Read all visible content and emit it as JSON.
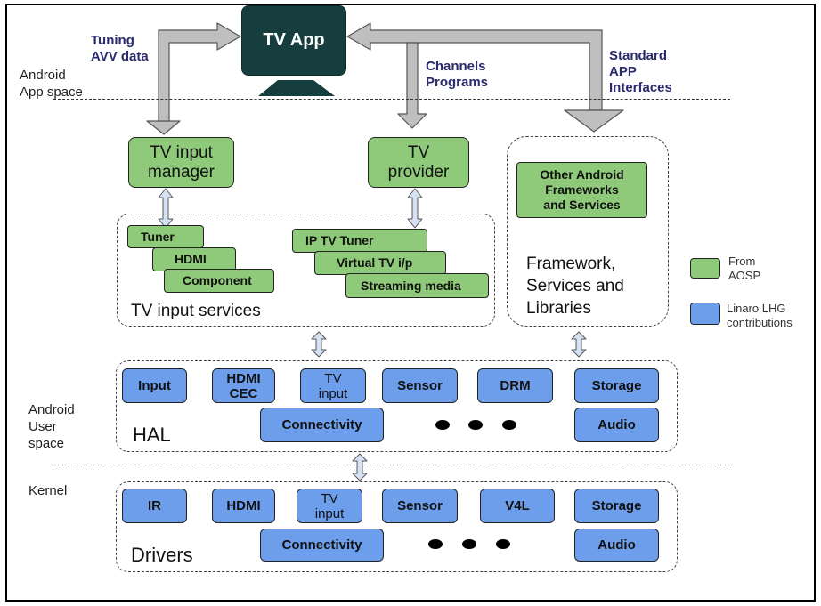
{
  "tv_app": "TV App",
  "notes": {
    "tuning": [
      "Tuning",
      "AVV data"
    ],
    "channels": [
      "Channels",
      "Programs"
    ],
    "standard": [
      "Standard",
      "APP",
      "Interfaces"
    ]
  },
  "layers": {
    "app_space": [
      "Android",
      "App space"
    ],
    "user_space": [
      "Android",
      "User",
      "space"
    ],
    "kernel": "Kernel"
  },
  "framework": {
    "tv_input_manager": [
      "TV input",
      "manager"
    ],
    "tv_provider": [
      "TV",
      "provider"
    ],
    "other_frameworks": [
      "Other Android",
      "Frameworks",
      "and Services"
    ],
    "framework_label": [
      "Framework,",
      "Services and",
      "Libraries"
    ]
  },
  "tv_input_services": {
    "label": "TV input services",
    "items": [
      "Tuner",
      "HDMI",
      "Component",
      "IP TV Tuner",
      "Virtual TV i/p",
      "Streaming media"
    ]
  },
  "hal": {
    "label": "HAL",
    "input": "Input",
    "hdmi_cec": [
      "HDMI",
      "CEC"
    ],
    "tv_input": [
      "TV",
      "input"
    ],
    "sensor": "Sensor",
    "drm": "DRM",
    "storage": "Storage",
    "connectivity": "Connectivity",
    "audio": "Audio"
  },
  "drivers": {
    "label": "Drivers",
    "ir": "IR",
    "hdmi": "HDMI",
    "tv_input": [
      "TV",
      "input"
    ],
    "sensor": "Sensor",
    "v4l": "V4L",
    "storage": "Storage",
    "connectivity": "Connectivity",
    "audio": "Audio"
  },
  "legend": {
    "aosp": [
      "From",
      "AOSP"
    ],
    "linaro": [
      "Linaro LHG",
      "contributions"
    ]
  },
  "colors": {
    "aosp_green": "#8fc97a",
    "linaro_blue": "#6d9eeb",
    "tv_app_bg": "#173e3f",
    "arrow_gray": "#bfbfbf"
  }
}
